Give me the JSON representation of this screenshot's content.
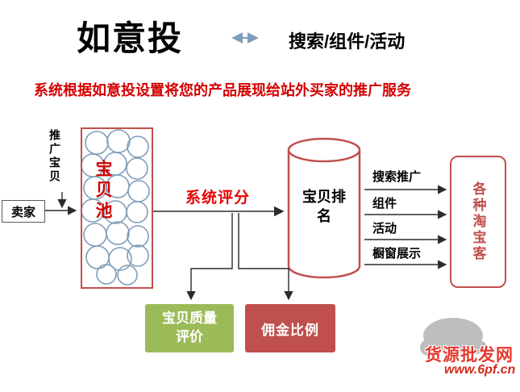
{
  "colors": {
    "accent_red": "#C0504D",
    "text_red": "#D40000",
    "score_red": "#E60000",
    "green_box": "#9BBB59",
    "circle_outline": "#7F9DB9",
    "arrow_black": "#2B2B2B",
    "header_arrow_blue": "#7F9DB9",
    "watermark_red": "#E8392F",
    "watermark_gray": "#B9B9B9"
  },
  "header": {
    "title": "如意投",
    "right_text": "搜索/组件/活动",
    "subtitle": "系统根据如意投设置将您的产品展现给站外买家的推广服务"
  },
  "diagram": {
    "promote_label": "推广宝贝",
    "seller_label": "卖家",
    "pool_label": "宝贝池",
    "score_label": "系统评分",
    "ranking_label": "宝贝排名",
    "channels": [
      "搜索推广",
      "组件",
      "活动",
      "橱窗展示"
    ],
    "target_label": "各种淘宝客",
    "quality_label": "宝贝质量评价",
    "commission_label": "佣金比例"
  },
  "watermark": {
    "site_name": "货源批发网",
    "site_url": "www.6pf.cn"
  }
}
